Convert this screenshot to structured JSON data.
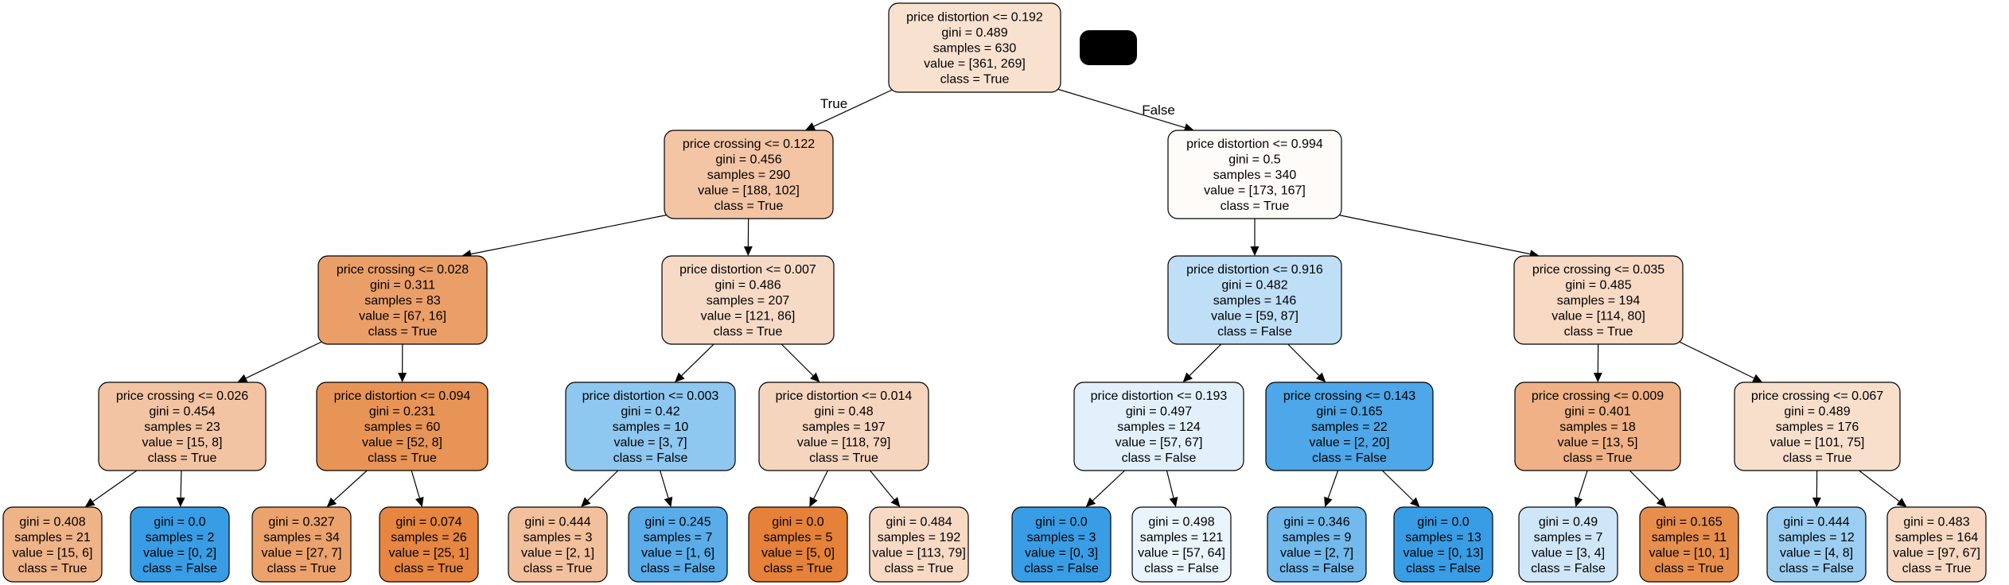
{
  "diagram": {
    "nodes": [
      {
        "id": "n0",
        "lines": [
          "price distortion <= 0.192",
          "gini = 0.489",
          "samples = 630",
          "value = [361, 269]",
          "class = True"
        ],
        "fill": "#f9e1d0"
      },
      {
        "id": "n1",
        "lines": [
          "price crossing <= 0.122",
          "gini = 0.456",
          "samples = 290",
          "value = [188, 102]",
          "class = True"
        ],
        "fill": "#f3c5a4"
      },
      {
        "id": "n2",
        "lines": [
          "price crossing <= 0.028",
          "gini = 0.311",
          "samples = 83",
          "value = [67, 16]",
          "class = True"
        ],
        "fill": "#eb9f68"
      },
      {
        "id": "n3",
        "lines": [
          "price crossing <= 0.026",
          "gini = 0.454",
          "samples = 23",
          "value = [15, 8]",
          "class = True"
        ],
        "fill": "#f3c4a3"
      },
      {
        "id": "n4",
        "lines": [
          "gini = 0.408",
          "samples = 21",
          "value = [15, 6]",
          "class = True"
        ],
        "fill": "#efb388"
      },
      {
        "id": "n5",
        "lines": [
          "gini = 0.0",
          "samples = 2",
          "value = [0, 2]",
          "class = False"
        ],
        "fill": "#399de5"
      },
      {
        "id": "n6",
        "lines": [
          "price distortion <= 0.094",
          "gini = 0.231",
          "samples = 60",
          "value = [52, 8]",
          "class = True"
        ],
        "fill": "#e99457"
      },
      {
        "id": "n7",
        "lines": [
          "gini = 0.327",
          "samples = 34",
          "value = [27, 7]",
          "class = True"
        ],
        "fill": "#eca26c"
      },
      {
        "id": "n8",
        "lines": [
          "gini = 0.074",
          "samples = 26",
          "value = [25, 1]",
          "class = True"
        ],
        "fill": "#e68641"
      },
      {
        "id": "n9",
        "lines": [
          "price distortion <= 0.007",
          "gini = 0.486",
          "samples = 207",
          "value = [121, 86]",
          "class = True"
        ],
        "fill": "#f7dac6"
      },
      {
        "id": "n10",
        "lines": [
          "price distortion <= 0.003",
          "gini = 0.42",
          "samples = 10",
          "value = [3, 7]",
          "class = False"
        ],
        "fill": "#8ec7f0"
      },
      {
        "id": "n11",
        "lines": [
          "gini = 0.444",
          "samples = 3",
          "value = [2, 1]",
          "class = True"
        ],
        "fill": "#f2c09c"
      },
      {
        "id": "n12",
        "lines": [
          "gini = 0.245",
          "samples = 7",
          "value = [1, 6]",
          "class = False"
        ],
        "fill": "#5aade9"
      },
      {
        "id": "n13",
        "lines": [
          "price distortion <= 0.014",
          "gini = 0.48",
          "samples = 197",
          "value = [118, 79]",
          "class = True"
        ],
        "fill": "#f6d5be"
      },
      {
        "id": "n14",
        "lines": [
          "gini = 0.0",
          "samples = 5",
          "value = [5, 0]",
          "class = True"
        ],
        "fill": "#e58139"
      },
      {
        "id": "n15",
        "lines": [
          "gini = 0.484",
          "samples = 192",
          "value = [113, 79]",
          "class = True"
        ],
        "fill": "#f7d9c4"
      },
      {
        "id": "n16",
        "lines": [
          "price distortion <= 0.994",
          "gini = 0.5",
          "samples = 340",
          "value = [173, 167]",
          "class = True"
        ],
        "fill": "#fefbf8"
      },
      {
        "id": "n17",
        "lines": [
          "price distortion <= 0.916",
          "gini = 0.482",
          "samples = 146",
          "value = [59, 87]",
          "class = False"
        ],
        "fill": "#bfdff7"
      },
      {
        "id": "n18",
        "lines": [
          "price distortion <= 0.193",
          "gini = 0.497",
          "samples = 124",
          "value = [57, 67]",
          "class = False"
        ],
        "fill": "#e1f0fb"
      },
      {
        "id": "n19",
        "lines": [
          "gini = 0.0",
          "samples = 3",
          "value = [0, 3]",
          "class = False"
        ],
        "fill": "#399de5"
      },
      {
        "id": "n20",
        "lines": [
          "gini = 0.498",
          "samples = 121",
          "value = [57, 64]",
          "class = False"
        ],
        "fill": "#e9f4fc"
      },
      {
        "id": "n21",
        "lines": [
          "price crossing <= 0.143",
          "gini = 0.165",
          "samples = 22",
          "value = [2, 20]",
          "class = False"
        ],
        "fill": "#4da7e8"
      },
      {
        "id": "n22",
        "lines": [
          "gini = 0.346",
          "samples = 9",
          "value = [2, 7]",
          "class = False"
        ],
        "fill": "#72b9ec"
      },
      {
        "id": "n23",
        "lines": [
          "gini = 0.0",
          "samples = 13",
          "value = [0, 13]",
          "class = False"
        ],
        "fill": "#399de5"
      },
      {
        "id": "n24",
        "lines": [
          "price crossing <= 0.035",
          "gini = 0.485",
          "samples = 194",
          "value = [114, 80]",
          "class = True"
        ],
        "fill": "#f7d9c4"
      },
      {
        "id": "n25",
        "lines": [
          "price crossing <= 0.009",
          "gini = 0.401",
          "samples = 18",
          "value = [13, 5]",
          "class = True"
        ],
        "fill": "#efb185"
      },
      {
        "id": "n26",
        "lines": [
          "gini = 0.49",
          "samples = 7",
          "value = [3, 4]",
          "class = False"
        ],
        "fill": "#cee6f8"
      },
      {
        "id": "n27",
        "lines": [
          "gini = 0.165",
          "samples = 11",
          "value = [10, 1]",
          "class = True"
        ],
        "fill": "#e88e4d"
      },
      {
        "id": "n28",
        "lines": [
          "price crossing <= 0.067",
          "gini = 0.489",
          "samples = 176",
          "value = [101, 75]",
          "class = True"
        ],
        "fill": "#f8dfcc"
      },
      {
        "id": "n29",
        "lines": [
          "gini = 0.444",
          "samples = 12",
          "value = [4, 8]",
          "class = False"
        ],
        "fill": "#9ccef2"
      },
      {
        "id": "n30",
        "lines": [
          "gini = 0.483",
          "samples = 164",
          "value = [97, 67]",
          "class = True"
        ],
        "fill": "#f7d8c2"
      }
    ],
    "edges": [
      {
        "from": "n0",
        "to": "n1",
        "label": "True"
      },
      {
        "from": "n0",
        "to": "n16",
        "label": "False"
      },
      {
        "from": "n1",
        "to": "n2"
      },
      {
        "from": "n1",
        "to": "n9"
      },
      {
        "from": "n2",
        "to": "n3"
      },
      {
        "from": "n2",
        "to": "n6"
      },
      {
        "from": "n3",
        "to": "n4"
      },
      {
        "from": "n3",
        "to": "n5"
      },
      {
        "from": "n6",
        "to": "n7"
      },
      {
        "from": "n6",
        "to": "n8"
      },
      {
        "from": "n9",
        "to": "n10"
      },
      {
        "from": "n9",
        "to": "n13"
      },
      {
        "from": "n10",
        "to": "n11"
      },
      {
        "from": "n10",
        "to": "n12"
      },
      {
        "from": "n13",
        "to": "n14"
      },
      {
        "from": "n13",
        "to": "n15"
      },
      {
        "from": "n16",
        "to": "n17"
      },
      {
        "from": "n16",
        "to": "n24"
      },
      {
        "from": "n17",
        "to": "n18"
      },
      {
        "from": "n17",
        "to": "n21"
      },
      {
        "from": "n18",
        "to": "n19"
      },
      {
        "from": "n18",
        "to": "n20"
      },
      {
        "from": "n21",
        "to": "n22"
      },
      {
        "from": "n21",
        "to": "n23"
      },
      {
        "from": "n24",
        "to": "n25"
      },
      {
        "from": "n24",
        "to": "n28"
      },
      {
        "from": "n25",
        "to": "n26"
      },
      {
        "from": "n25",
        "to": "n27"
      },
      {
        "from": "n28",
        "to": "n29"
      },
      {
        "from": "n28",
        "to": "n30"
      }
    ]
  }
}
